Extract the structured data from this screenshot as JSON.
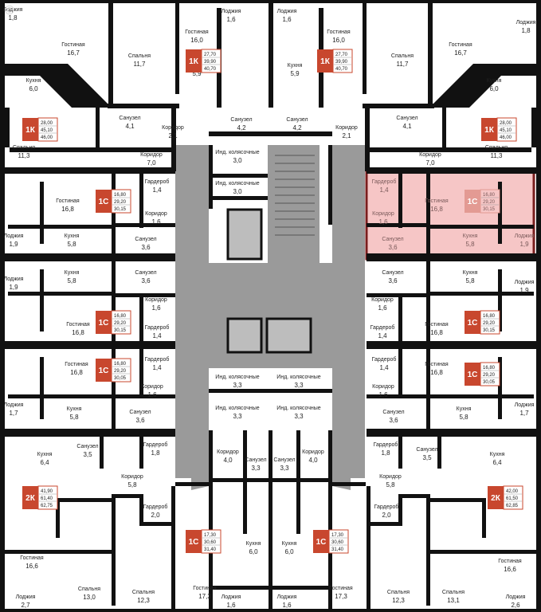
{
  "watermark": "©",
  "colors": {
    "wall": "#111111",
    "core": "#9a9a9a",
    "accent": "#c8472e",
    "highlight": "#f6c6c6"
  },
  "rooms": [
    {
      "id": "tl-loggia",
      "name": "Лоджия",
      "area": "1,8"
    },
    {
      "id": "r1",
      "name": "Гостиная",
      "area": "16,7"
    },
    {
      "id": "r2",
      "name": "Кухня",
      "area": "6,0"
    },
    {
      "id": "r3",
      "name": "Спальня",
      "area": "11,3"
    },
    {
      "id": "r4",
      "name": "Спальня",
      "area": "11,7"
    },
    {
      "id": "r5",
      "name": "Гостиная",
      "area": "16,0"
    },
    {
      "id": "r6",
      "name": "Лоджия",
      "area": "1,6"
    },
    {
      "id": "r7",
      "name": "Кухня",
      "area": "5,9"
    },
    {
      "id": "r8",
      "name": "Санузел",
      "area": "4,1"
    },
    {
      "id": "r9",
      "name": "Коридор",
      "area": "2,1"
    },
    {
      "id": "r10",
      "name": "Санузел",
      "area": "4,2"
    },
    {
      "id": "r11",
      "name": "Коридор",
      "area": "7,0"
    },
    {
      "id": "r12",
      "name": "Лоджия",
      "area": "1,6"
    },
    {
      "id": "r13",
      "name": "Кухня",
      "area": "5,9"
    },
    {
      "id": "r14",
      "name": "Гостиная",
      "area": "16,0"
    },
    {
      "id": "r15",
      "name": "Санузел",
      "area": "4,2"
    },
    {
      "id": "r16",
      "name": "Коридор",
      "area": "2,1"
    },
    {
      "id": "r17",
      "name": "Спальня",
      "area": "11,7"
    },
    {
      "id": "r18",
      "name": "Гостиная",
      "area": "16,7"
    },
    {
      "id": "r19",
      "name": "Лоджия",
      "area": "1,8"
    },
    {
      "id": "r20",
      "name": "Кухня",
      "area": "6,0"
    },
    {
      "id": "r21",
      "name": "Санузел",
      "area": "4,1"
    },
    {
      "id": "r22",
      "name": "Коридор",
      "area": "7,0"
    },
    {
      "id": "r23",
      "name": "Спальня",
      "area": "11,3"
    },
    {
      "id": "r24",
      "name": "Инд. колясочные",
      "area": "3,0"
    },
    {
      "id": "r25",
      "name": "Инд. колясочные",
      "area": "3,0"
    },
    {
      "id": "r26",
      "name": "Гостиная",
      "area": "16,8"
    },
    {
      "id": "r27",
      "name": "Гардероб",
      "area": "1,4"
    },
    {
      "id": "r28",
      "name": "Коридор",
      "area": "1,6"
    },
    {
      "id": "r29",
      "name": "Лоджия",
      "area": "1,9"
    },
    {
      "id": "r30",
      "name": "Кухня",
      "area": "5,8"
    },
    {
      "id": "r31",
      "name": "Санузел",
      "area": "3,6"
    },
    {
      "id": "r32",
      "name": "Гардероб",
      "area": "1,4"
    },
    {
      "id": "r33",
      "name": "Гостиная",
      "area": "16,8"
    },
    {
      "id": "r34",
      "name": "Коридор",
      "area": "1,6"
    },
    {
      "id": "r35",
      "name": "Лоджия",
      "area": "1,9"
    },
    {
      "id": "r36",
      "name": "Санузел",
      "area": "3,6"
    },
    {
      "id": "r37",
      "name": "Кухня",
      "area": "5,8"
    },
    {
      "id": "r38",
      "name": "Лоджия",
      "area": "1,9"
    },
    {
      "id": "r39",
      "name": "Кухня",
      "area": "5,8"
    },
    {
      "id": "r40",
      "name": "Санузел",
      "area": "3,6"
    },
    {
      "id": "r41",
      "name": "Коридор",
      "area": "1,6"
    },
    {
      "id": "r42",
      "name": "Гостиная",
      "area": "16,8"
    },
    {
      "id": "r43",
      "name": "Гардероб",
      "area": "1,4"
    },
    {
      "id": "r44",
      "name": "Санузел",
      "area": "3,6"
    },
    {
      "id": "r45",
      "name": "Кухня",
      "area": "5,8"
    },
    {
      "id": "r46",
      "name": "Лоджия",
      "area": "1,9"
    },
    {
      "id": "r47",
      "name": "Коридор",
      "area": "1,6"
    },
    {
      "id": "r48",
      "name": "Гостиная",
      "area": "16,8"
    },
    {
      "id": "r49",
      "name": "Гардероб",
      "area": "1,4"
    },
    {
      "id": "r50",
      "name": "Гостиная",
      "area": "16,8"
    },
    {
      "id": "r51",
      "name": "Гардероб",
      "area": "1,4"
    },
    {
      "id": "r52",
      "name": "Коридор",
      "area": "1,6"
    },
    {
      "id": "r53",
      "name": "Лоджия",
      "area": "1,7"
    },
    {
      "id": "r54",
      "name": "Кухня",
      "area": "5,8"
    },
    {
      "id": "r55",
      "name": "Санузел",
      "area": "3,6"
    },
    {
      "id": "r56",
      "name": "Инд. колясочные",
      "area": "3,3"
    },
    {
      "id": "r57",
      "name": "Инд. колясочные",
      "area": "3,3"
    },
    {
      "id": "r58",
      "name": "Инд. колясочные",
      "area": "3,3"
    },
    {
      "id": "r59",
      "name": "Инд. колясочные",
      "area": "3,3"
    },
    {
      "id": "r60",
      "name": "Гардероб",
      "area": "1,4"
    },
    {
      "id": "r61",
      "name": "Гостиная",
      "area": "16,8"
    },
    {
      "id": "r62",
      "name": "Коридор",
      "area": "1,6"
    },
    {
      "id": "r63",
      "name": "Санузел",
      "area": "3,6"
    },
    {
      "id": "r64",
      "name": "Кухня",
      "area": "5,8"
    },
    {
      "id": "r65",
      "name": "Лоджия",
      "area": "1,7"
    },
    {
      "id": "r66",
      "name": "Санузел",
      "area": "3,5"
    },
    {
      "id": "r67",
      "name": "Гардероб",
      "area": "1,8"
    },
    {
      "id": "r68",
      "name": "Кухня",
      "area": "6,4"
    },
    {
      "id": "r69",
      "name": "Коридор",
      "area": "5,8"
    },
    {
      "id": "r70",
      "name": "Гардероб",
      "area": "2,0"
    },
    {
      "id": "r71",
      "name": "Гостиная",
      "area": "16,6"
    },
    {
      "id": "r72",
      "name": "Лоджия",
      "area": "2,7"
    },
    {
      "id": "r73",
      "name": "Спальня",
      "area": "13,0"
    },
    {
      "id": "r74",
      "name": "Спальня",
      "area": "12,3"
    },
    {
      "id": "r75",
      "name": "Коридор",
      "area": "4,0"
    },
    {
      "id": "r76",
      "name": "Санузел",
      "area": "3,3"
    },
    {
      "id": "r77",
      "name": "Кухня",
      "area": "6,0"
    },
    {
      "id": "r78",
      "name": "Гостиная",
      "area": "17,3"
    },
    {
      "id": "r79",
      "name": "Лоджия",
      "area": "1,6"
    },
    {
      "id": "r80",
      "name": "Санузел",
      "area": "3,3"
    },
    {
      "id": "r81",
      "name": "Коридор",
      "area": "4,0"
    },
    {
      "id": "r82",
      "name": "Кухня",
      "area": "6,0"
    },
    {
      "id": "r83",
      "name": "Лоджия",
      "area": "1,6"
    },
    {
      "id": "r84",
      "name": "Гостиная",
      "area": "17,3"
    },
    {
      "id": "r85",
      "name": "Гардероб",
      "area": "1,8"
    },
    {
      "id": "r86",
      "name": "Санузел",
      "area": "3,5"
    },
    {
      "id": "r87",
      "name": "Коридор",
      "area": "5,8"
    },
    {
      "id": "r88",
      "name": "Гардероб",
      "area": "2,0"
    },
    {
      "id": "r89",
      "name": "Спальня",
      "area": "12,3"
    },
    {
      "id": "r90",
      "name": "Кухня",
      "area": "6,4"
    },
    {
      "id": "r91",
      "name": "Спальня",
      "area": "13,1"
    },
    {
      "id": "r92",
      "name": "Гостиная",
      "area": "16,6"
    },
    {
      "id": "r93",
      "name": "Лоджия",
      "area": "2,6"
    }
  ],
  "badges": [
    {
      "id": "b1",
      "type": "1К",
      "areas": [
        "27,70",
        "39,90",
        "40,70"
      ]
    },
    {
      "id": "b2",
      "type": "1К",
      "areas": [
        "27,70",
        "39,90",
        "40,70"
      ]
    },
    {
      "id": "b3",
      "type": "1К",
      "areas": [
        "28,00",
        "45,10",
        "46,00"
      ]
    },
    {
      "id": "b4",
      "type": "1К",
      "areas": [
        "28,00",
        "45,10",
        "46,00"
      ]
    },
    {
      "id": "b5",
      "type": "1С",
      "areas": [
        "16,80",
        "29,20",
        "30,15"
      ]
    },
    {
      "id": "b6",
      "type": "1С",
      "areas": [
        "16,80",
        "29,20",
        "30,15"
      ],
      "highlighted": true
    },
    {
      "id": "b7",
      "type": "1С",
      "areas": [
        "16,80",
        "29,20",
        "30,15"
      ]
    },
    {
      "id": "b8",
      "type": "1С",
      "areas": [
        "16,80",
        "29,20",
        "30,15"
      ]
    },
    {
      "id": "b9",
      "type": "1С",
      "areas": [
        "16,80",
        "29,20",
        "30,05"
      ]
    },
    {
      "id": "b10",
      "type": "1С",
      "areas": [
        "16,80",
        "29,20",
        "30,05"
      ]
    },
    {
      "id": "b11",
      "type": "2К",
      "areas": [
        "41,90",
        "61,40",
        "62,75"
      ]
    },
    {
      "id": "b12",
      "type": "2К",
      "areas": [
        "42,00",
        "61,50",
        "62,85"
      ]
    },
    {
      "id": "b13",
      "type": "1С",
      "areas": [
        "17,30",
        "30,60",
        "31,40"
      ]
    },
    {
      "id": "b14",
      "type": "1С",
      "areas": [
        "17,30",
        "30,60",
        "31,40"
      ]
    }
  ]
}
